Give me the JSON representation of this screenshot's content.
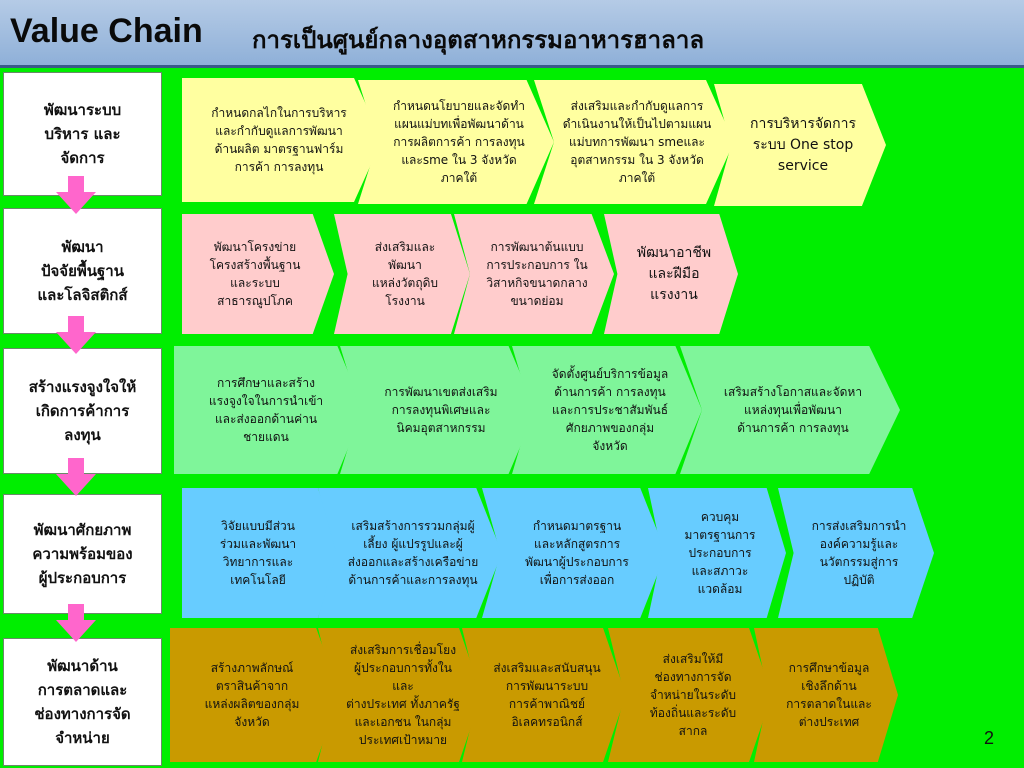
{
  "header": {
    "title_en": "Value Chain",
    "title_th": "การเป็นศูนย์กลางอุตสาหกรรมอาหารฮาลาล"
  },
  "categories": [
    "พัฒนาระบบ\nบริหาร และ\nจัดการ",
    "พัฒนา\nปัจจัยพื้นฐาน\nและโลจิสติกส์",
    "สร้างแรงจูงใจให้\nเกิดการค้าการ\nลงทุน",
    "พัฒนาศักยภาพ\nความพร้อมของ\nผู้ประกอบการ",
    "พัฒนาด้าน\nการตลาดและ\nช่องทางการจัด\nจำหน่าย"
  ],
  "rows": [
    [
      "กำหนดกลไกในการบริหาร\nและกำกับดูแลการพัฒนา\nด้านผลิต มาตรฐานฟาร์ม\nการค้า การลงทุน",
      "กำหนดนโยบายและจัดทำ\nแผนแม่บทเพื่อพัฒนาด้าน\nการผลิตการค้า การลงทุน\nและsme ใน 3 จังหวัด\nภาคใต้",
      "ส่งเสริมและกำกับดูแลการ\nดำเนินงานให้เป็นไปตามแผน\nแม่บทการพัฒนา smeและ\nอุตสาหกรรม ใน 3 จังหวัด\nภาคใต้",
      "การบริหารจัดการ\nระบบ One stop\nservice"
    ],
    [
      "พัฒนาโครงข่าย\nโครงสร้างพื้นฐาน\nและระบบ\nสาธารณูปโภค",
      "ส่งเสริมและพัฒนา\nแหล่งวัตถุดิบ\nโรงงาน",
      "การพัฒนาต้นแบบ\nการประกอบการ ใน\nวิสาหกิจขนาดกลาง\nขนาดย่อม",
      "พัฒนาอาชีพ\nและฝีมือ\nแรงงาน"
    ],
    [
      "การศึกษาและสร้าง\nแรงจูงใจในการนำเข้า\nและส่งออกด้านค่าน\nชายแดน",
      "การพัฒนาเขตส่งเสริม\nการลงทุนพิเศษและ\nนิคมอุตสาหกรรม",
      "จัดตั้งศูนย์บริการข้อมูล\nด้านการค้า การลงทุน\nและการประชาสัมพันธ์\nศักยภาพของกลุ่ม\nจังหวัด",
      "เสริมสร้างโอกาสและจัดหา\nแหล่งทุนเพื่อพัฒนา\nด้านการค้า การลงทุน"
    ],
    [
      "วิจัยแบบมีส่วน\nร่วมและพัฒนา\nวิทยาการและ\nเทคโนโลยี",
      "เสริมสร้างการรวมกลุ่มผู้\nเลี้ยง ผู้แปรรูปและผู้\nส่งออกและสร้างเครือข่าย\nด้านการค้าและการลงทุน",
      "กำหนดมาตรฐาน\nและหลักสูตรการ\nพัฒนาผู้ประกอบการ\nเพื่อการส่งออก",
      "ควบคุม\nมาตรฐานการ\nประกอบการ\nและสภาวะ\nแวดล้อม",
      "การส่งเสริมการนำ\nองค์ความรู้และ\nนวัตกรรมสู่การ\nปฏิบัติ"
    ],
    [
      "สร้างภาพลักษณ์\nตราสินค้าจาก\nแหล่งผลิตของกลุ่ม\nจังหวัด",
      "ส่งเสริมการเชื่อมโยง\nผู้ประกอบการทั้งในและ\nต่างประเทศ ทั้งภาครัฐ\nและเอกชน ในกลุ่ม\nประเทศเป้าหมาย",
      "ส่งเสริมและสนับสนุน\nการพัฒนาระบบ\nการค้าพาณิชย์\nอิเลคทรอนิกส์",
      "ส่งเสริมให้มี\nช่องทางการจัด\nจำหน่ายในระดับ\nท้องถิ่นและระดับ\nสากล",
      "การศึกษาข้อมูล\nเชิงลึกด้าน\nการตลาดในและ\nต่างประเทศ"
    ]
  ],
  "colors": {
    "background": "#00ee00",
    "row1": "#ffffa0",
    "row2": "#ffcccc",
    "row3": "#7ff59a",
    "row4": "#67ccff",
    "row5": "#c99a00",
    "arrow": "#ff66cc"
  },
  "page_number": "2"
}
